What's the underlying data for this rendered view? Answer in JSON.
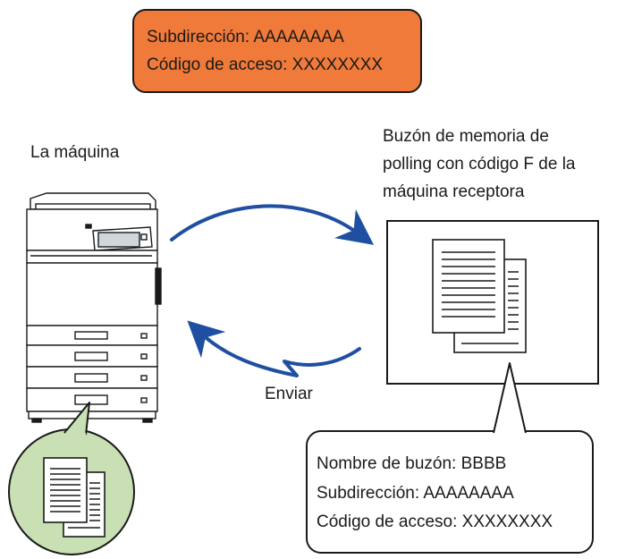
{
  "top_box": {
    "line1": "Subdirección: AAAAAAAA",
    "line2": "Código de acceso: XXXXXXXX",
    "fill_color": "#f07a3a"
  },
  "machine_label": "La máquina",
  "receiver_label": {
    "line1": "Buzón de memoria de",
    "line2": "polling con código F de la",
    "line3": "máquina receptora"
  },
  "send_label": "Enviar",
  "bottom_box": {
    "line1": "Nombre de buzón: BBBB",
    "line2": "Subdirección: AAAAAAAA",
    "line3": "Código de acceso: XXXXXXXX"
  },
  "colors": {
    "arrow": "#1f4fa0",
    "circle_fill": "#c8e0b4",
    "outline": "#1a1a1a"
  },
  "icons": [
    "copier-machine-icon",
    "document-stack-icon",
    "curved-arrow-icon"
  ]
}
